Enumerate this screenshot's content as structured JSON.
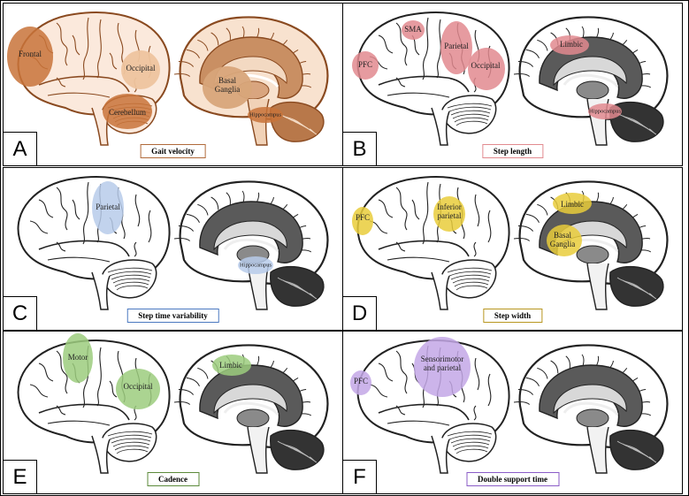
{
  "colors": {
    "A": "#c8733a",
    "B": "#e28a8f",
    "C": "#b7cbea",
    "D": "#e9cc3b",
    "E": "#9ccd7e",
    "F": "#c3a7e6"
  },
  "panels": {
    "A": {
      "letter": "A",
      "metric": "Gait velocity",
      "labels": {
        "frontal": "Frontal",
        "occipital": "Occipital",
        "cerebellum": "Cerebellum",
        "basal_ganglia": "Basal\nGanglia",
        "hippocampus": "Hippocampus"
      }
    },
    "B": {
      "letter": "B",
      "metric": "Step length",
      "labels": {
        "sma": "SMA",
        "pfc": "PFC",
        "parietal": "Parietal",
        "occipital": "Occipital",
        "limbic": "Limbic",
        "hippocampus": "Hippocampus"
      }
    },
    "C": {
      "letter": "C",
      "metric": "Step time variability",
      "labels": {
        "parietal": "Parietal",
        "hippocampus": "Hippocampus"
      }
    },
    "D": {
      "letter": "D",
      "metric": "Step width",
      "labels": {
        "pfc": "PFC",
        "inferior_parietal": "Inferior\nparietal",
        "limbic": "Limbic",
        "basal_ganglia": "Basal\nGanglia"
      }
    },
    "E": {
      "letter": "E",
      "metric": "Cadence",
      "labels": {
        "motor": "Motor",
        "occipital": "Occipital",
        "limbic": "Limbic"
      }
    },
    "F": {
      "letter": "F",
      "metric": "Double support time",
      "labels": {
        "pfc": "PFC",
        "sensorimotor": "Sensorimotor\nand parietal"
      }
    }
  }
}
